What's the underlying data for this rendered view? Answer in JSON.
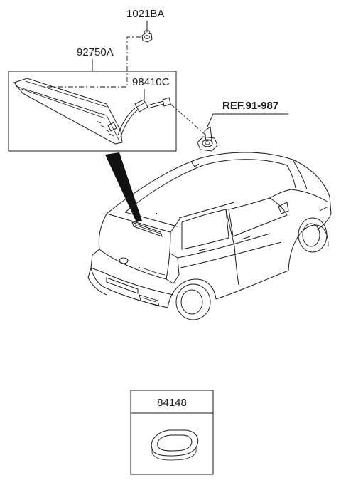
{
  "labels": {
    "nut": "1021BA",
    "lamp": "92750A",
    "wiring": "98410C",
    "reference": "REF.91-987",
    "grommet": "84148"
  },
  "icons": [
    "nut-icon",
    "high-mount-stop-lamp-icon",
    "wiring-harness-icon",
    "connector-grommet-icon",
    "hatchback-car-icon",
    "grommet-plug-icon"
  ]
}
